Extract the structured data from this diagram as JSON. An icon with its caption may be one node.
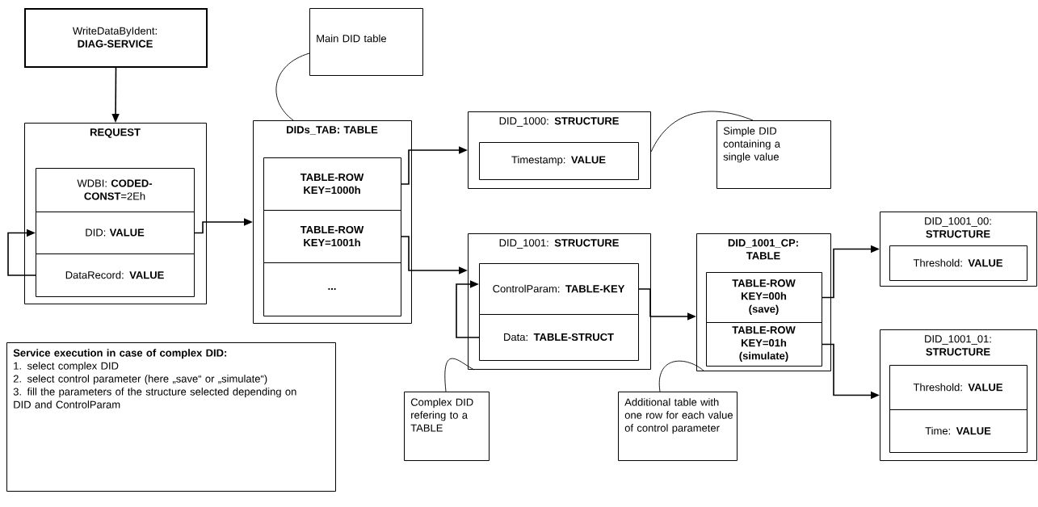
{
  "diagram": {
    "nodes": [
      {
        "text": [
          "WriteDataByIdent:",
          "DIAG-SERVICE"
        ]
      },
      {
        "text": [
          "REQUEST"
        ]
      },
      {
        "text": [
          "WDBI: **CODED-CONST**=2Eh"
        ],
        "in": 1
      },
      {
        "text": [
          "DID: **VALUE**"
        ],
        "in": 1
      },
      {
        "text": [
          "DataRecord: **VALUE**"
        ],
        "in": 1
      },
      {
        "text": [
          "Main DID table"
        ]
      },
      {
        "text": [
          "DIDs_TAB: TABLE"
        ]
      },
      {
        "text": [
          "TABLE-ROW KEY=1000h"
        ],
        "in": 6
      },
      {
        "text": [
          "TABLE-ROW KEY=1001h"
        ],
        "in": 6
      },
      {
        "text": [
          "..."
        ],
        "in": 6
      },
      {
        "text": [
          "DID_1000: **STRUCTURE**"
        ]
      },
      {
        "text": [
          "Timestamp: **VALUE**"
        ],
        "in": 10
      },
      {
        "text": [
          "Simple DID containing a single value"
        ]
      },
      {
        "text": [
          "DID_1001: **STRUCTURE**"
        ]
      },
      {
        "text": [
          "ControlParam: **TABLE-KEY**"
        ],
        "in": 13
      },
      {
        "text": [
          "Data: **TABLE-STRUCT**"
        ],
        "in": 13
      },
      {
        "text": [
          "DID_1001_CP: TABLE"
        ]
      },
      {
        "text": [
          "TABLE-ROW KEY=00h (save)"
        ],
        "in": 16
      },
      {
        "text": [
          "TABLE-ROW KEY=01h (simulate)"
        ],
        "in": 16
      },
      {
        "text": [
          "DID_1001_00:",
          "STRUCTURE"
        ]
      },
      {
        "text": [
          "Threshold: **VALUE**"
        ],
        "in": 19
      },
      {
        "text": [
          "DID_1001_01:",
          "STRUCTURE"
        ]
      },
      {
        "text": [
          "Threshold: **VALUE**"
        ],
        "in": 21
      },
      {
        "text": [
          "Time: **VALUE**"
        ],
        "in": 21
      },
      {
        "text": [
          "Service execution in case of complex DID:",
          "1. select complex DID",
          "2. select control parameter (here „save“ or „simulate“)",
          "3. fill the parameters of the structure selected depending on DID and ControlParam"
        ]
      },
      {
        "text": [
          "Complex DID refering to a TABLE"
        ]
      },
      {
        "text": [
          "Additional table with one row for each value of control parameter"
        ]
      }
    ],
    "edges": [
      {
        "from": 0,
        "to": 1,
        "arrow": "to"
      },
      {
        "from": 4,
        "to": 3,
        "arrow": "to"
      },
      {
        "from": 3,
        "to": 6,
        "arrow": "to"
      },
      {
        "from": 5,
        "to": 6,
        "arrow": "none"
      },
      {
        "from": 7,
        "to": 10,
        "arrow": "to"
      },
      {
        "from": 8,
        "to": 13,
        "arrow": "to"
      },
      {
        "from": 12,
        "to": 10,
        "arrow": "none"
      },
      {
        "from": 15,
        "to": 14,
        "arrow": "to"
      },
      {
        "from": 14,
        "to": 16,
        "arrow": "to"
      },
      {
        "from": 17,
        "to": 19,
        "arrow": "to"
      },
      {
        "from": 18,
        "to": 21,
        "arrow": "to"
      },
      {
        "from": 25,
        "to": 13,
        "arrow": "none"
      },
      {
        "from": 26,
        "to": 16,
        "arrow": "none"
      }
    ]
  }
}
